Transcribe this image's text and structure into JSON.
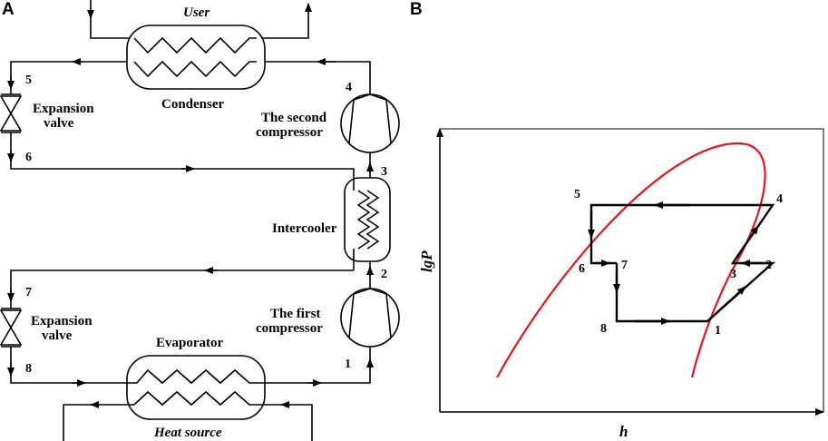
{
  "panels": {
    "a": "A",
    "b": "B"
  },
  "schematic": {
    "user": "User",
    "condenser": "Condenser",
    "expansion_valve_top": [
      "Expansion",
      "valve"
    ],
    "second_compressor": [
      "The second",
      "compressor"
    ],
    "intercooler": "Intercooler",
    "first_compressor": [
      "The first",
      "compressor"
    ],
    "expansion_valve_bottom": [
      "Expansion",
      "valve"
    ],
    "evaporator": "Evaporator",
    "heat_source": "Heat source",
    "state_points": [
      "1",
      "2",
      "3",
      "4",
      "5",
      "6",
      "7",
      "8"
    ]
  },
  "diagram": {
    "xlabel": "h",
    "ylabel": "lgP",
    "dome_color": "#e8141b",
    "cycle_color": "#000000",
    "state_points": [
      "1",
      "2",
      "3",
      "4",
      "5",
      "6",
      "7",
      "8"
    ]
  },
  "colors": {
    "ink": "#000000",
    "saturation_curve": "#e8141b",
    "background": "#ffffff"
  }
}
